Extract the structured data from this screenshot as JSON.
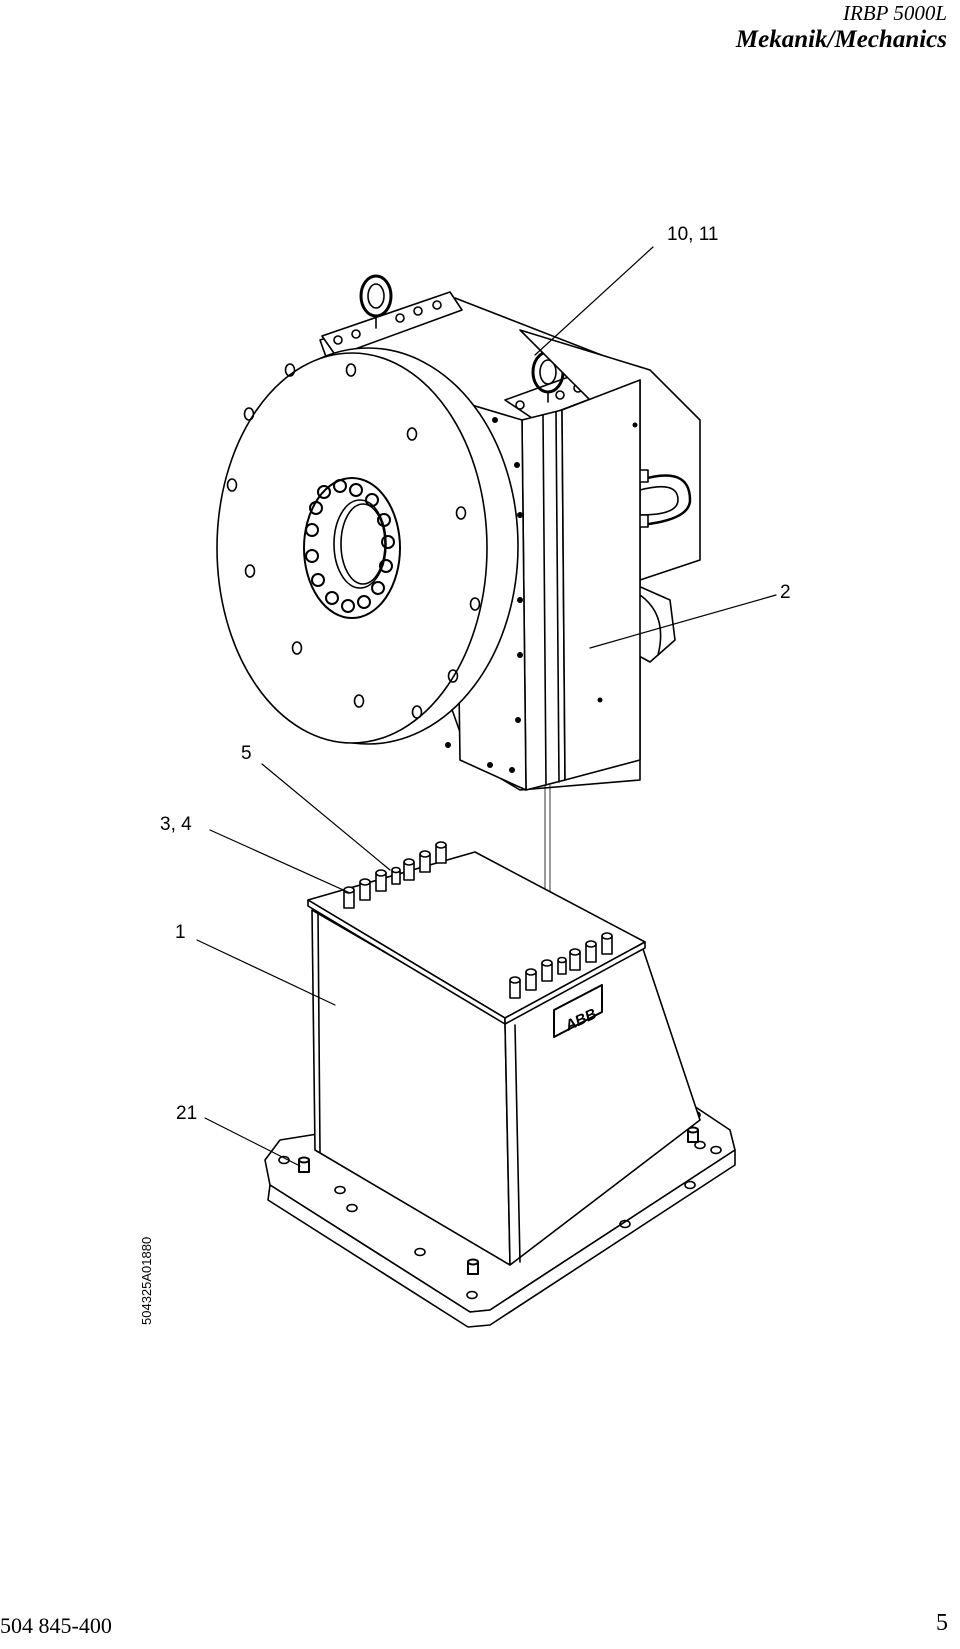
{
  "header": {
    "model": "IRBP 5000L",
    "section_title": "Mekanik/Mechanics"
  },
  "drawing": {
    "figure_id": "504325A01880",
    "logo_text": "ABB",
    "callouts": [
      {
        "id": "c-10-11",
        "label": "10, 11"
      },
      {
        "id": "c-2",
        "label": "2"
      },
      {
        "id": "c-5",
        "label": "5"
      },
      {
        "id": "c-3-4",
        "label": "3, 4"
      },
      {
        "id": "c-1",
        "label": "1"
      },
      {
        "id": "c-21",
        "label": "21"
      }
    ]
  },
  "footer": {
    "document_number": "504 845-400",
    "page_number": "5"
  }
}
